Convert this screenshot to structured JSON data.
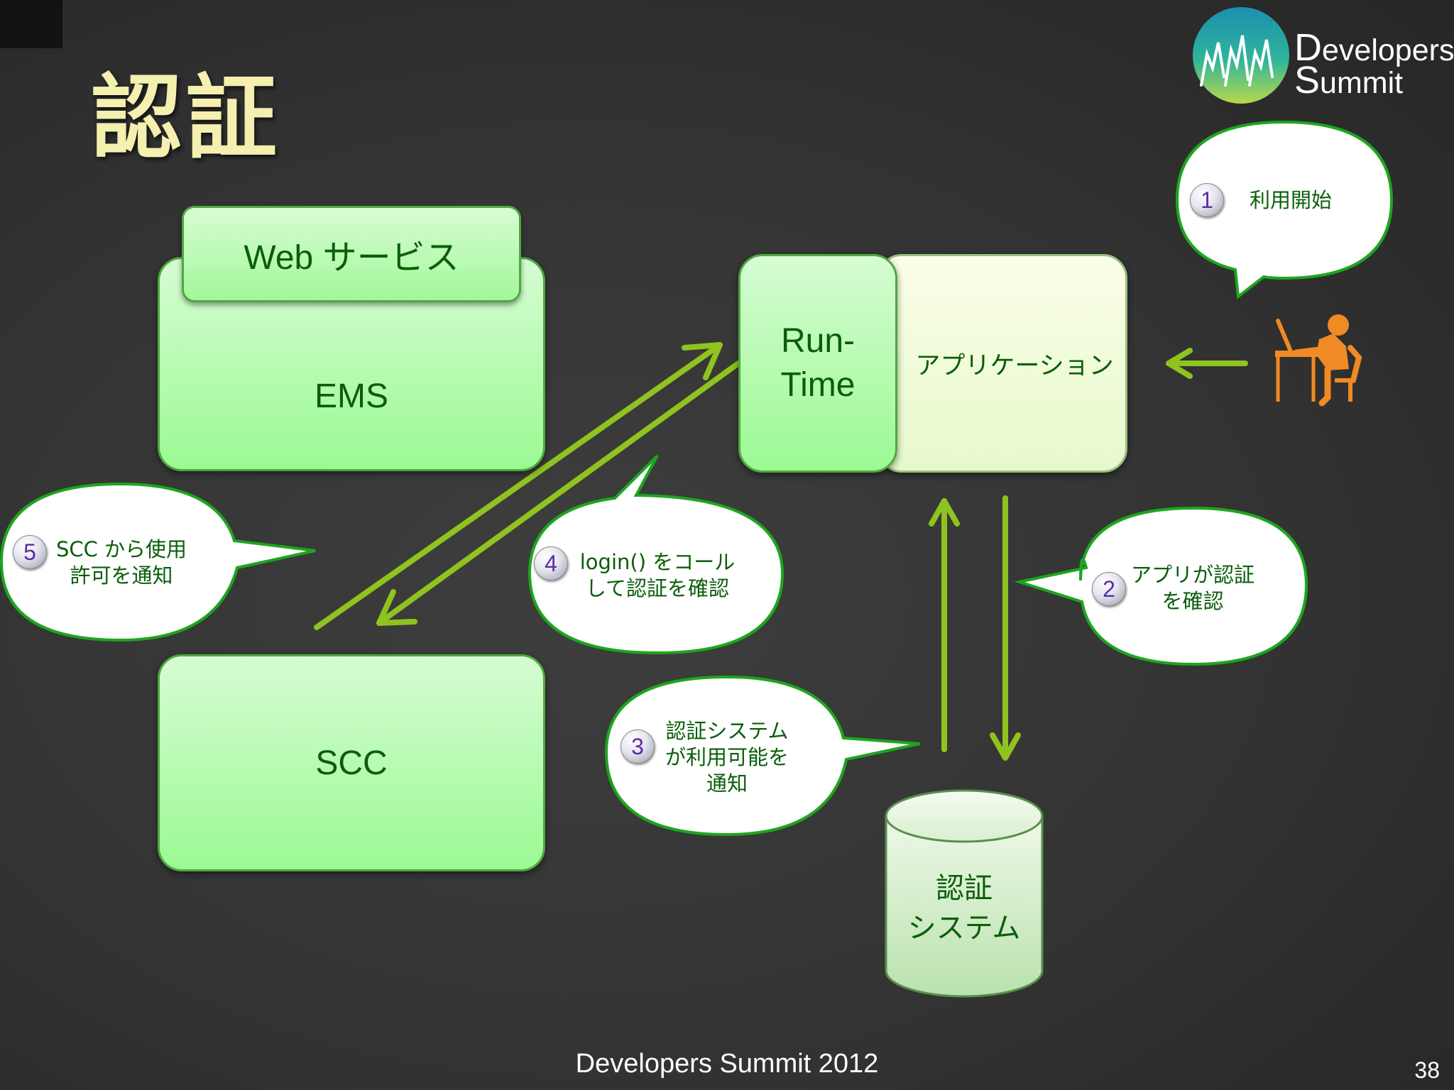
{
  "slide": {
    "title": "認証",
    "footer": "Developers Summit 2012",
    "page_number": "38"
  },
  "logo": {
    "line1_cap": "D",
    "line1_rest": "evelopers",
    "line2_cap": "S",
    "line2_rest": "ummit"
  },
  "nodes": {
    "web_service": "Web サービス",
    "ems": "EMS",
    "scc": "SCC",
    "runtime_line1": "Run-",
    "runtime_line2": "Time",
    "application": "アプリケーション",
    "auth_system_line1": "認証",
    "auth_system_line2": "システム"
  },
  "steps": [
    {
      "number": "1",
      "line1": "利用開始",
      "line2": "",
      "line3": ""
    },
    {
      "number": "2",
      "line1": "アプリが認証",
      "line2": "を確認",
      "line3": ""
    },
    {
      "number": "3",
      "line1": "認証システム",
      "line2": "が利用可能を",
      "line3": "通知"
    },
    {
      "number": "4",
      "line1": "login() をコール",
      "line2": "して認証を確認",
      "line3": ""
    },
    {
      "number": "5",
      "line1": "SCC から使用",
      "line2": "許可を通知",
      "line3": ""
    }
  ],
  "colors": {
    "background": "#333333",
    "title": "#f5efb0",
    "arrow": "#8fc31f",
    "bubble_border": "#1ea51e",
    "box_text": "#0a5e0a",
    "user_icon": "#f08a24"
  },
  "icons": {
    "user": "person-at-computer-icon"
  }
}
